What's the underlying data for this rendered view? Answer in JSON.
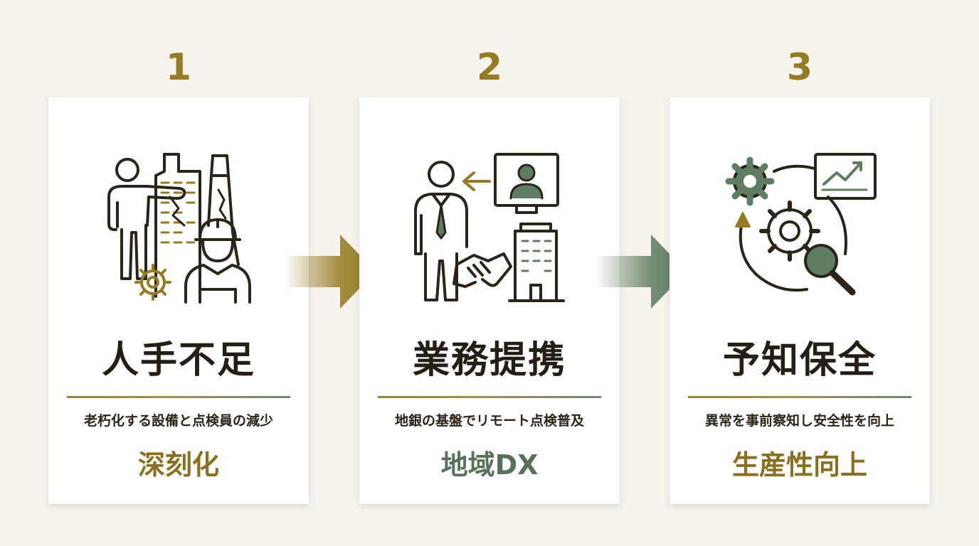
{
  "colors": {
    "gold": "#957b22",
    "green": "#5f7d62",
    "dark": "#241e14",
    "background": "#f6f3ec"
  },
  "steps": [
    {
      "number": "1",
      "title": "人手不足",
      "description": "老朽化する設備と点検員の減少",
      "result": "深刻化",
      "result_color": "gold",
      "icon": "inspector-pointing-at-aging-buildings-icon"
    },
    {
      "number": "2",
      "title": "業務提携",
      "description": "地銀の基盤でリモート点検普及",
      "result": "地域DX",
      "result_color": "green",
      "icon": "handshake-bank-remote-icon"
    },
    {
      "number": "3",
      "title": "予知保全",
      "description": "異常を事前察知し安全性を向上",
      "result": "生産性向上",
      "result_color": "gold",
      "icon": "gear-analytics-search-cycle-icon"
    }
  ],
  "arrows": [
    {
      "icon": "arrow-right-gold-icon"
    },
    {
      "icon": "arrow-right-green-icon"
    }
  ]
}
